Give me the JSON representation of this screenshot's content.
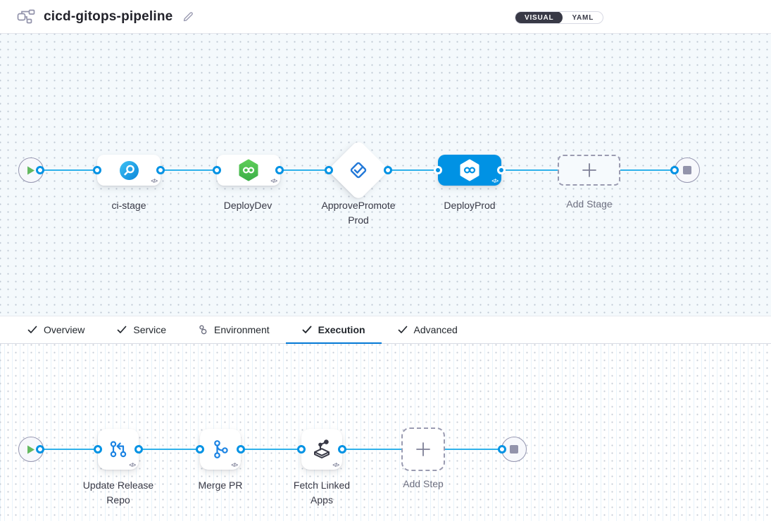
{
  "header": {
    "title": "cicd-gitops-pipeline",
    "pipeline_icon": "pipeline-graph-icon",
    "edit_icon": "pencil-edit-icon",
    "mode_toggle": {
      "visual_label": "VISUAL",
      "yaml_label": "YAML",
      "selected": "VISUAL"
    }
  },
  "stage_canvas": {
    "start_icon": "play-icon",
    "end_icon": "stop-icon",
    "stages": [
      {
        "label": "ci-stage",
        "type": "ci-build",
        "icon": "ci-circle-icon",
        "selected": false
      },
      {
        "label": "DeployDev",
        "type": "cd-deploy",
        "icon": "cd-hexagon-icon",
        "selected": false
      },
      {
        "label": "ApprovePromoteProd",
        "type": "approval",
        "icon": "approval-check-icon",
        "selected": false
      },
      {
        "label": "DeployProd",
        "type": "cd-deploy",
        "icon": "cd-hexagon-icon",
        "selected": true
      },
      {
        "label": "Add Stage",
        "type": "add",
        "icon": "plus-icon",
        "selected": false
      }
    ],
    "code_badge": "</>"
  },
  "tabs": [
    {
      "label": "Overview",
      "icon": "check-icon",
      "active": false
    },
    {
      "label": "Service",
      "icon": "check-icon",
      "active": false
    },
    {
      "label": "Environment",
      "icon": "environment-icon",
      "active": false
    },
    {
      "label": "Execution",
      "icon": "check-icon",
      "active": true
    },
    {
      "label": "Advanced",
      "icon": "check-icon",
      "active": false
    }
  ],
  "execution_canvas": {
    "start_icon": "play-icon",
    "end_icon": "stop-icon",
    "steps": [
      {
        "label": "Update Release Repo",
        "icon": "git-update-icon"
      },
      {
        "label": "Merge PR",
        "icon": "git-merge-icon"
      },
      {
        "label": "Fetch Linked Apps",
        "icon": "fetch-apps-icon"
      },
      {
        "label": "Add Step",
        "icon": "plus-icon"
      }
    ],
    "code_badge": "</>"
  },
  "colors": {
    "accent_blue": "#0092e4",
    "connector_blue": "#2fb1ea",
    "selected_stage_bg": "#0092e4",
    "cd_green": "#4dc14d",
    "approval_blue": "#2379d8",
    "dark_text": "#383946",
    "gray_text": "#6e7081",
    "toggle_dark": "#383946",
    "tab_underline": "#0278d5",
    "canvas_top_bg": "#f4f9fc",
    "canvas_bottom_bg": "#ffffff",
    "terminal_border": "#9596b0",
    "play_green": "#63b960"
  }
}
